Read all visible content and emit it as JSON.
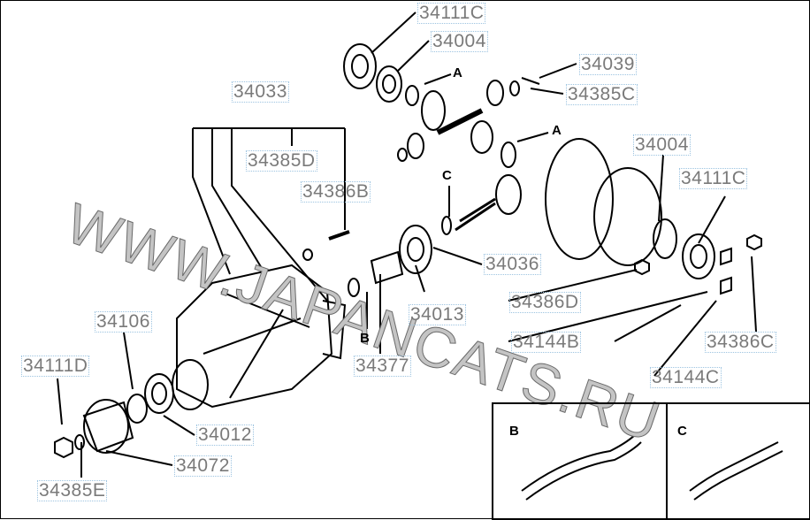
{
  "watermark": "WWW.JAPANCATS.RU",
  "labels": {
    "l1": "34111C",
    "l2": "34004",
    "l3": "34039",
    "l4": "34385C",
    "l5": "34033",
    "l6": "34004",
    "l7": "34385D",
    "l8": "34111C",
    "l9": "34386B",
    "l10": "34036",
    "l11": "34386D",
    "l12": "34013",
    "l13": "34144B",
    "l14": "34386C",
    "l15": "34377",
    "l16": "34144C",
    "l17": "34106",
    "l18": "34111D",
    "l19": "34012",
    "l20": "34072",
    "l21": "34385E"
  },
  "refs": {
    "a1": "A",
    "a2": "A",
    "c": "C",
    "b": "B"
  },
  "inset": {
    "b": "B",
    "c": "C"
  }
}
